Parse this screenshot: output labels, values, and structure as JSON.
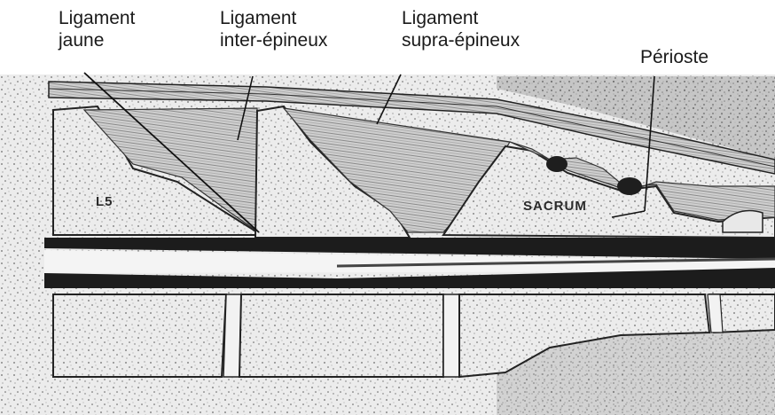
{
  "labels": {
    "ligament_jaune": "Ligament\njaune",
    "ligament_inter_epineux": "Ligament\ninter-épineux",
    "ligament_supra_epineux": "Ligament\nsupra-épineux",
    "perioste": "Périoste"
  },
  "inner_text": {
    "l5": "L5",
    "sacrum": "SACRUM"
  },
  "colors": {
    "background": "#ffffff",
    "bone_fill": "#e9e9e9",
    "stipple": "#555555",
    "dark_band": "#1c1c1c",
    "ligament_shade": "#777777",
    "outline": "#222222",
    "leader_line": "#111111"
  }
}
